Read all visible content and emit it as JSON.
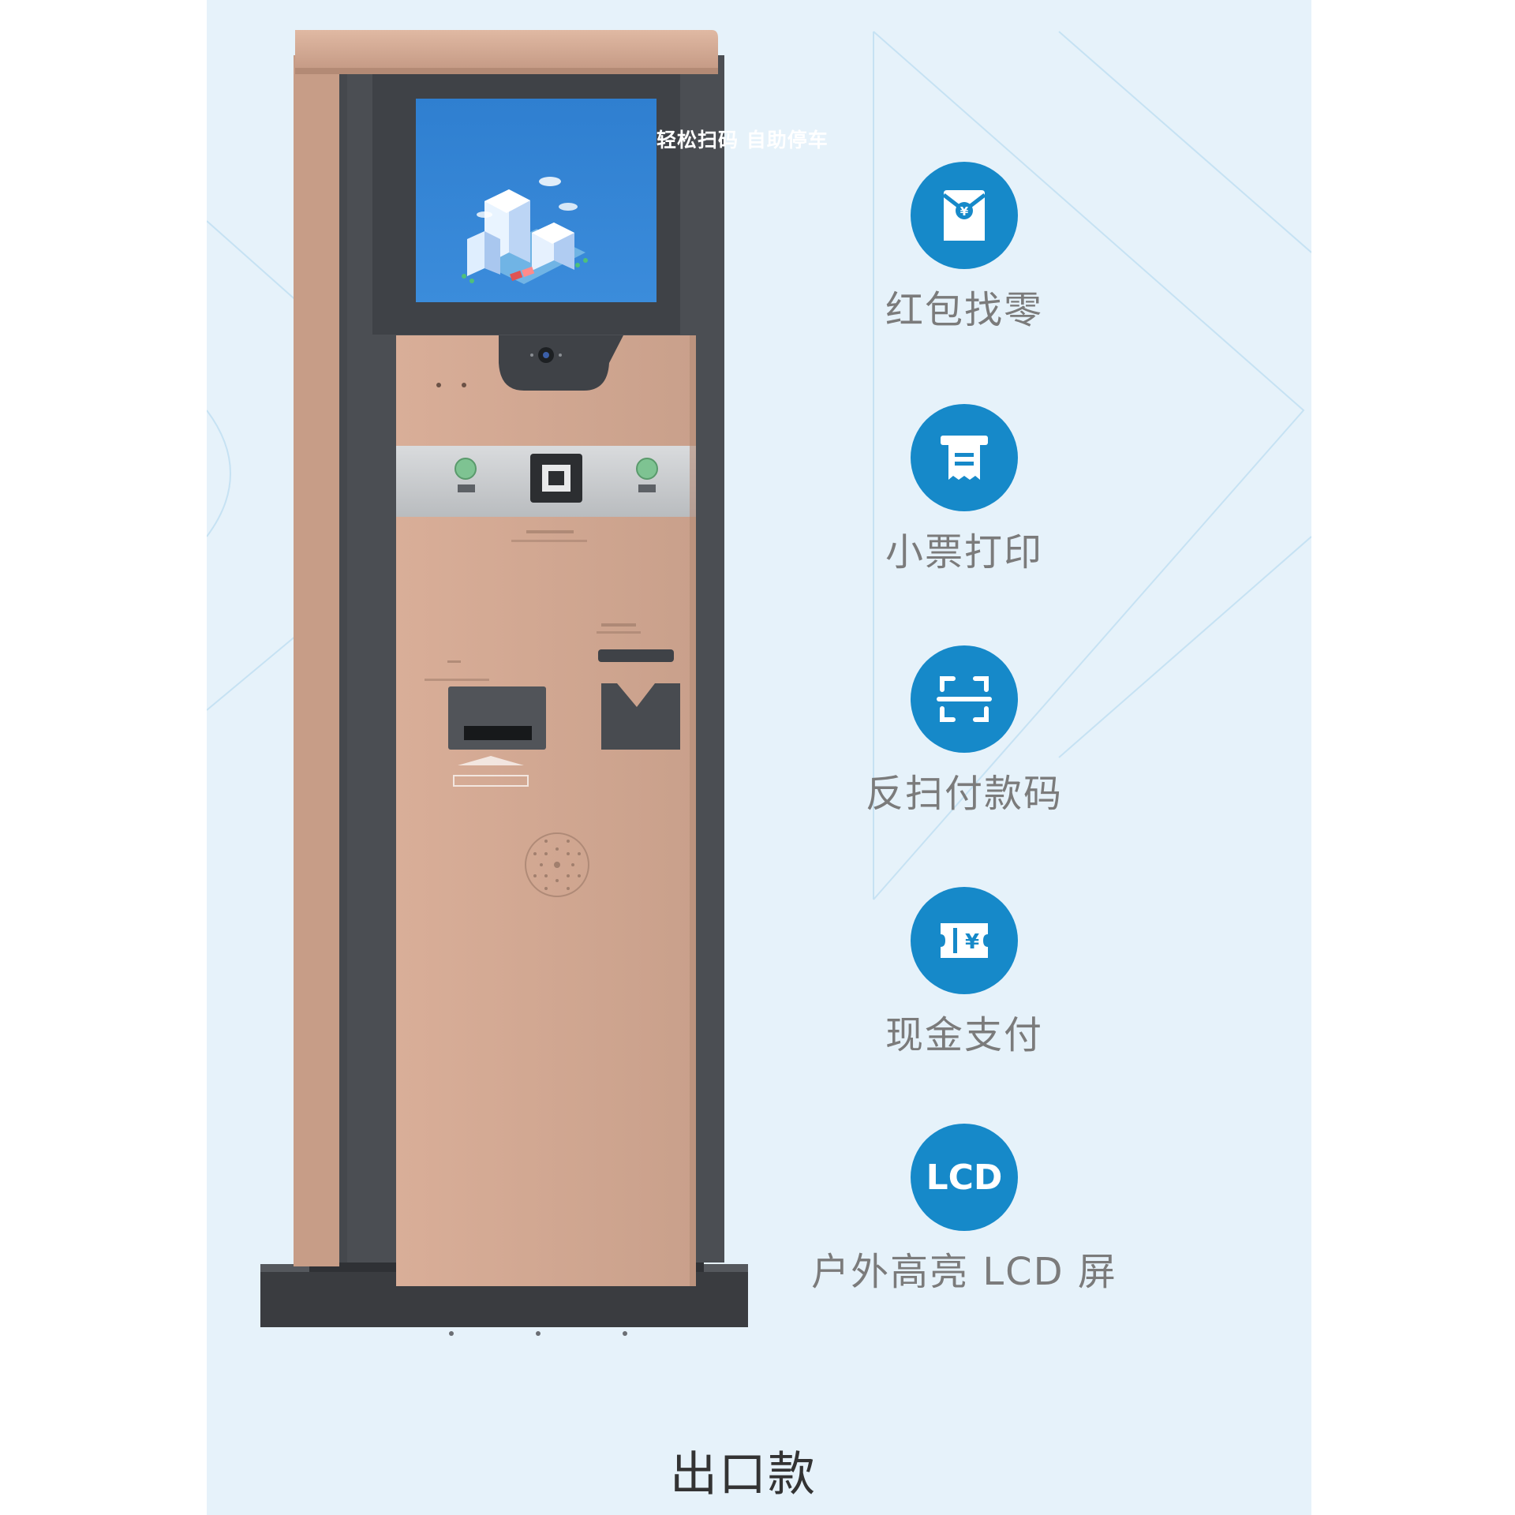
{
  "screen": {
    "slogan": "轻松扫码  自助停车"
  },
  "features": [
    {
      "icon": "red-envelope-icon",
      "label": "红包找零"
    },
    {
      "icon": "receipt-print-icon",
      "label": "小票打印"
    },
    {
      "icon": "scan-code-icon",
      "label": "反扫付款码"
    },
    {
      "icon": "cash-ticket-icon",
      "label": "现金支付"
    },
    {
      "icon": "lcd-icon",
      "icon_text": "LCD",
      "label": "户外高亮 LCD 屏"
    }
  ],
  "caption": "出口款",
  "colors": {
    "panel_bg": "#e6f2fa",
    "accent_blue": "#1689c9",
    "kiosk_rose_gold": "#d4a791",
    "kiosk_dark": "#4a4d52",
    "label_gray": "#7b7b7b"
  }
}
